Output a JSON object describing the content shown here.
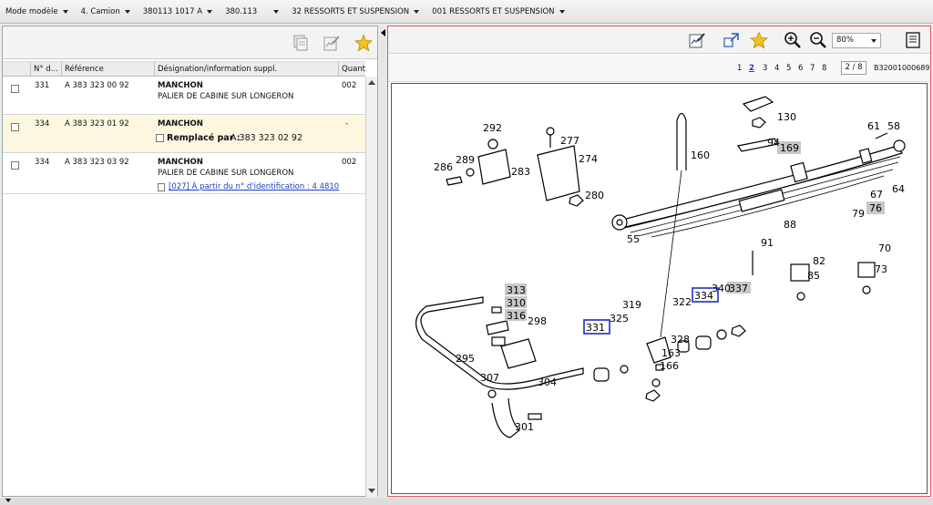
{
  "breadcrumb": [
    {
      "label": "Mode modèle"
    },
    {
      "label": "4. Camion"
    },
    {
      "label": "380113 1017 A"
    },
    {
      "label": "380.113"
    },
    {
      "label": "32 RESSORTS ET SUSPENSION"
    },
    {
      "label": "001 RESSORTS ET SUSPENSION"
    }
  ],
  "parts_table": {
    "columns": [
      "N° d...",
      "Référence",
      "Désignation/information suppl.",
      "Quanti"
    ],
    "rows": [
      {
        "pos": "331",
        "reference": "A 383 323 00 92",
        "designation": "MANCHON",
        "info": "PALIER DE CABINE SUR LONGERON",
        "quantity": "002"
      },
      {
        "pos": "334",
        "reference": "A 383 323 01 92",
        "designation": "MANCHON",
        "replaced_label": "Remplacé par :",
        "replaced_ref": "A 383 323 02 92",
        "quantity": "-"
      },
      {
        "pos": "334",
        "reference": "A 383 323 03 92",
        "designation": "MANCHON",
        "info": "PALIER DE CABINE SUR LONGERON",
        "link": "[027] À partir du n° d'identification : 4 4810",
        "quantity": "002"
      }
    ]
  },
  "left_toolbar": {
    "icons": [
      "copy-list-icon",
      "edit-notes-icon",
      "favorite-star-icon"
    ]
  },
  "right_toolbar": {
    "zoom": "80%",
    "icons": [
      "edit-notes-icon",
      "expand-icon",
      "favorite-star-icon",
      "zoom-in-icon",
      "zoom-out-icon",
      "document-icon"
    ]
  },
  "pagination": {
    "pages": [
      "1",
      "2",
      "3",
      "4",
      "5",
      "6",
      "7",
      "8"
    ],
    "current": "2",
    "indicator": "2 / 8",
    "doc_id": "B32001000689"
  },
  "drawing_labels": {
    "l130": "130",
    "l94": "94",
    "l169": "169",
    "l61": "61",
    "l58": "58",
    "l292": "292",
    "l277": "277",
    "l160": "160",
    "l289": "289",
    "l286": "286",
    "l283": "283",
    "l274": "274",
    "l280": "280",
    "l67": "67",
    "l64": "64",
    "l76": "76",
    "l79": "79",
    "l88": "88",
    "l55": "55",
    "l91": "91",
    "l82": "82",
    "l85": "85",
    "l70": "70",
    "l73": "73",
    "l313": "313",
    "l310": "310",
    "l316": "316",
    "l298": "298",
    "l319": "319",
    "l325": "325",
    "l331": "331",
    "l322": "322",
    "l334": "334",
    "l340": "340",
    "l337": "337",
    "l328": "328",
    "l163": "163",
    "l166": "166",
    "l295": "295",
    "l307": "307",
    "l304": "304",
    "l301": "301"
  }
}
